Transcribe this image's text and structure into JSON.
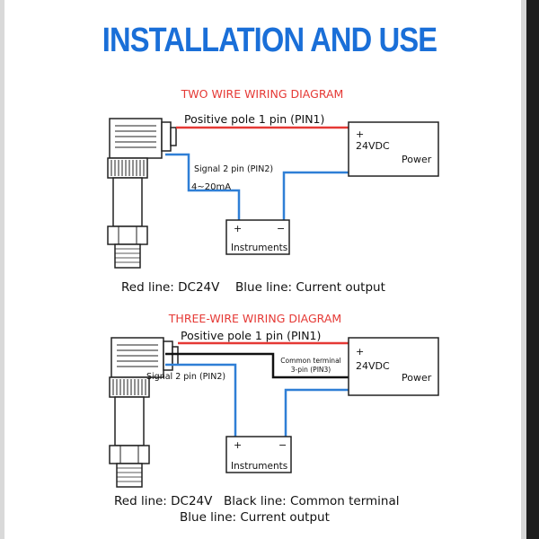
{
  "page": {
    "title": "INSTALLATION AND USE"
  },
  "colors": {
    "title": "#1a6fd8",
    "red_line": "#e53935",
    "blue_line": "#2f7fd6",
    "black_line": "#111111",
    "heading": "#e53935"
  },
  "two_wire": {
    "heading": "TWO WIRE WIRING DIAGRAM",
    "positive_label": "Positive pole 1 pin (PIN1)",
    "signal_label": "Signal 2 pin (PIN2)",
    "current_label": "4~20mA",
    "power": {
      "plus": "+",
      "voltage": "24VDC",
      "label": "Power"
    },
    "instruments": {
      "plus": "+",
      "minus": "−",
      "label": "Instruments"
    },
    "legend_red": "Red line: DC24V",
    "legend_blue": "Blue line: Current output"
  },
  "three_wire": {
    "heading": "THREE-WIRE WIRING DIAGRAM",
    "positive_label": "Positive pole 1 pin (PIN1)",
    "common_label_1": "Common terminal",
    "common_label_2": "3-pin (PIN3)",
    "signal_label": "Signal 2 pin (PIN2)",
    "power": {
      "plus": "+",
      "voltage": "24VDC",
      "label": "Power"
    },
    "instruments": {
      "plus": "+",
      "minus": "−",
      "label": "Instruments"
    },
    "legend_red": "Red line: DC24V",
    "legend_black": "Black line: Common terminal",
    "legend_blue": "Blue line: Current output"
  }
}
